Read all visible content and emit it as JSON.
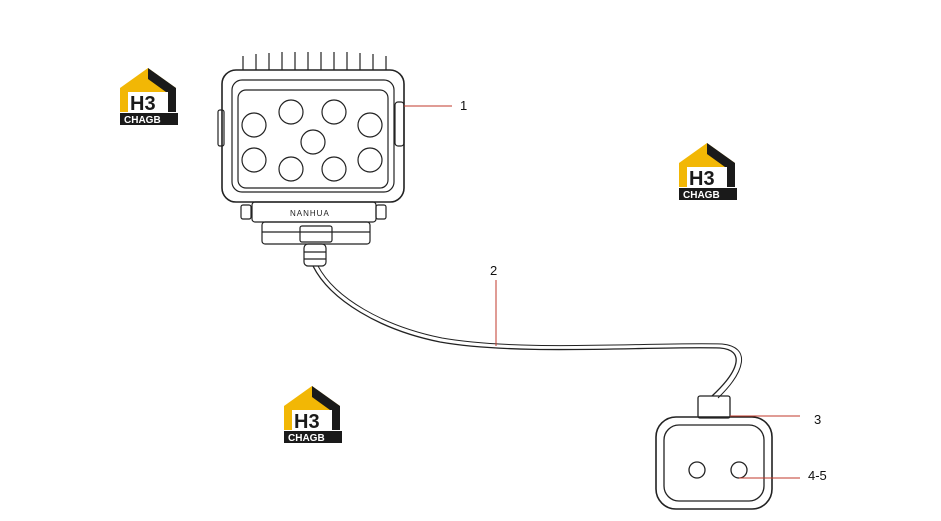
{
  "callouts": [
    {
      "id": "1",
      "label": "1"
    },
    {
      "id": "2",
      "label": "2"
    },
    {
      "id": "3",
      "label": "3"
    },
    {
      "id": "4-5",
      "label": "4-5"
    }
  ],
  "housing_marking": "NANHUA",
  "logos": [
    {
      "icon": "h3-logo-icon",
      "main": "H3",
      "sub": "CHAGB"
    },
    {
      "icon": "h3-logo-icon",
      "main": "H3",
      "sub": "CHAGB"
    },
    {
      "icon": "h3-logo-icon",
      "main": "H3",
      "sub": "CHAGB"
    }
  ],
  "colors": {
    "logo_yellow": "#f2b705",
    "logo_dark": "#1a1a1a",
    "line": "#222222"
  }
}
